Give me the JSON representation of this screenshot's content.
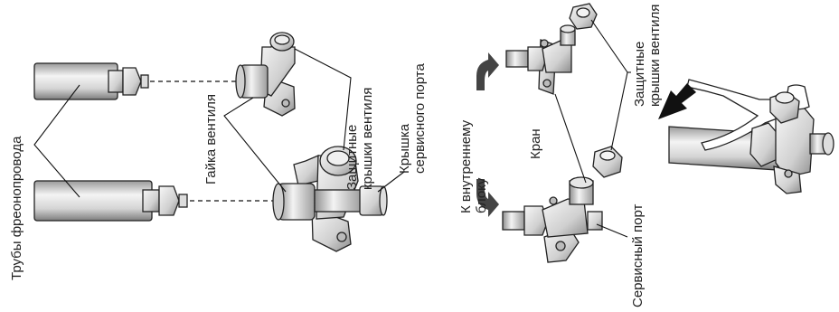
{
  "labels": {
    "pipes": "Трубы фреонопровода",
    "valve_nut": "Гайка вентиля",
    "valve_caps_left": "Защитные\nкрышки вентиля",
    "service_port_cap": "Крышка\nсервисного порта",
    "to_indoor_unit": "К внутреннему\nблоку",
    "valve": "Кран",
    "service_port": "Сервисный порт",
    "valve_caps_right": "Защитные\nкрышки вентиля"
  },
  "colors": {
    "line": "#111111",
    "metal_light": "#f2f2f2",
    "metal_mid": "#cfcfcf",
    "metal_dark": "#8a8a8a",
    "arrow": "#444444"
  }
}
